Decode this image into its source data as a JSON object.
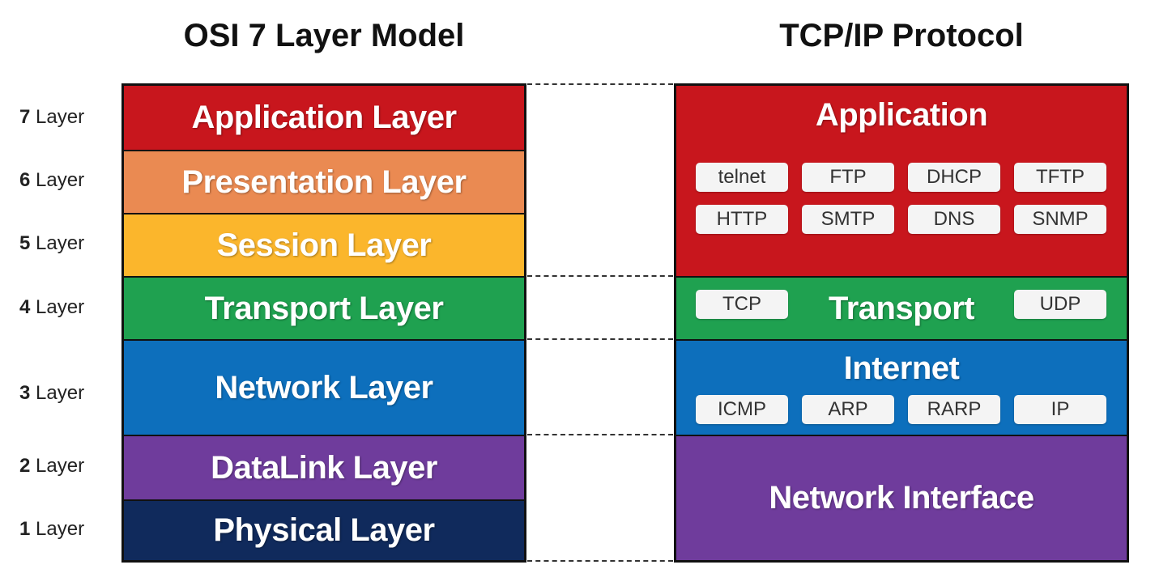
{
  "titles": {
    "osi": "OSI 7 Layer Model",
    "tcp": "TCP/IP Protocol"
  },
  "layer_numbers": [
    {
      "num": "7",
      "suffix": " Layer"
    },
    {
      "num": "6",
      "suffix": " Layer"
    },
    {
      "num": "5",
      "suffix": " Layer"
    },
    {
      "num": "4",
      "suffix": " Layer"
    },
    {
      "num": "3",
      "suffix": " Layer"
    },
    {
      "num": "2",
      "suffix": " Layer"
    },
    {
      "num": "1",
      "suffix": " Layer"
    }
  ],
  "osi_layers": [
    {
      "label": "Application Layer",
      "color": "#c8161d"
    },
    {
      "label": "Presentation Layer",
      "color": "#ea8a52"
    },
    {
      "label": "Session Layer",
      "color": "#fbb62c"
    },
    {
      "label": "Transport Layer",
      "color": "#1fa150"
    },
    {
      "label": "Network Layer",
      "color": "#0d6fbc"
    },
    {
      "label": "DataLink Layer",
      "color": "#6f3c9c"
    },
    {
      "label": "Physical Layer",
      "color": "#102a5c"
    }
  ],
  "tcp_layers": {
    "application": {
      "title": "Application",
      "color": "#c8161d",
      "protocols": [
        "telnet",
        "FTP",
        "DHCP",
        "TFTP",
        "HTTP",
        "SMTP",
        "DNS",
        "SNMP"
      ]
    },
    "transport": {
      "title": "Transport",
      "color": "#1fa150",
      "protocols": [
        "TCP",
        "UDP"
      ]
    },
    "internet": {
      "title": "Internet",
      "color": "#0d6fbc",
      "protocols": [
        "ICMP",
        "ARP",
        "RARP",
        "IP"
      ]
    },
    "network_interface": {
      "title": "Network Interface",
      "color": "#6f3c9c"
    }
  }
}
